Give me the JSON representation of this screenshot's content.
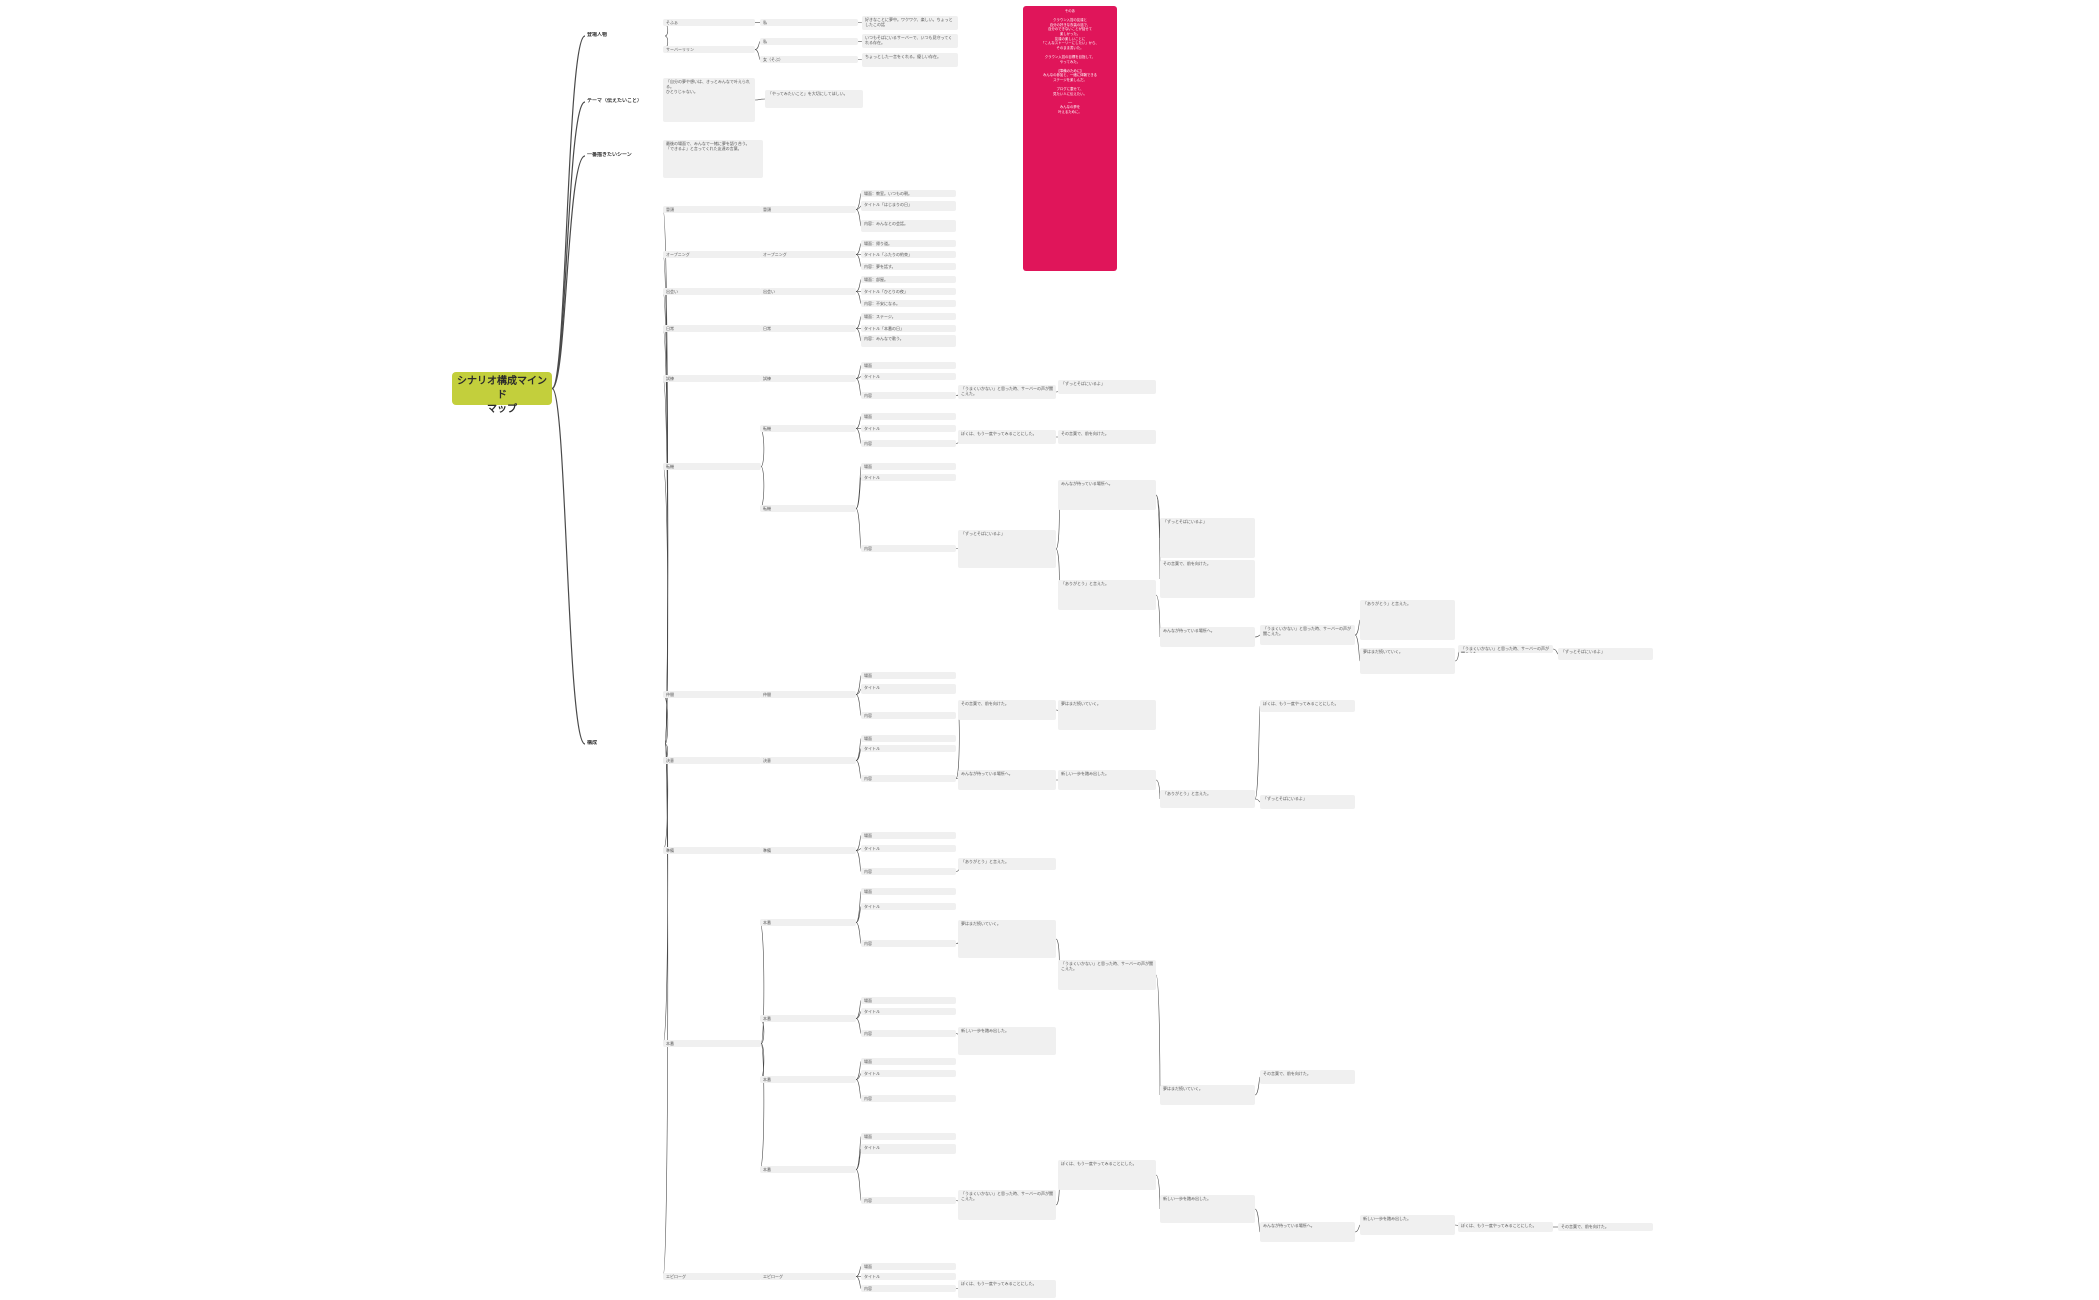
{
  "colors": {
    "root": "#c3cf3c",
    "note": "#e0155a",
    "node": "#f0f0f0",
    "line": "#4a4a4a"
  },
  "title": "シナリオ構成マインド\nマップ",
  "note_text": "そのあ\n\nクラウン入賞の友達と\n自分の好きな衣装の話で、\n自分のできないことが話せて\n楽しかった。\n友達の楽しいことに\n「こんなストーリーにしたい」から、\nそのまま書いた。\n\nクラウン入賞の目標を目指して、\nやってみた。\n\n【準備のために】\nみんなの参加と、一緒に体験できる\nステージを楽しんだ。\n\nブログに載せて、\n見たい人に伝えたい。\n\n──\nみんなの夢を\n叶えるために。",
  "sections": {
    "characters": "登場人物",
    "theme": "テーマ（伝えたいこと）",
    "key_scene": "一番描きたいシーン",
    "structure": "構成"
  },
  "char_items": {
    "c1": "そふぁ",
    "c2": "サーバーリリン",
    "c1_sub": "私",
    "c2_sub1": "私",
    "c2_sub2": "女（そぶ）",
    "c1_desc": "好きなことに夢中。ワクワク、楽しい。ちょっとしたこの話",
    "c2_desc1": "いつもそばにいるサーバーで、いつも見守ってくれる存在。",
    "c2_desc2": "ちょっとした一言をくれる。優しい存在。"
  },
  "theme_text": "「自分の夢や想いは、きっとみんなで叶えられる。\nひとりじゃない。",
  "theme_sub": "「やってみたいこと」を大切にしてほしい。",
  "key_scene_text": "最後の場面で、みんなで一緒に夢を語り合う。\n「できるよ」と言ってくれた友達の言葉。",
  "struct": {
    "b1": "冒頭",
    "b2": "オープニング",
    "b3": "出会い",
    "b4": "日常",
    "b5": "試練",
    "b6": "転機",
    "b7": "仲間",
    "b8": "決意",
    "b9": "準備",
    "b10": "本番",
    "b11": "エピローグ"
  },
  "detail": {
    "scene": "場面",
    "title": "タイトル",
    "content": "内容",
    "d1": "場面：教室。いつもの朝。",
    "d2": "タイトル「はじまりの日」",
    "d3": "内容：みんなとの会話。",
    "d4": "場面：帰り道。",
    "d5": "タイトル「ふたりの約束」",
    "d6": "内容：夢を話す。",
    "d7": "場面：部屋。",
    "d8": "タイトル「ひとりの夜」",
    "d9": "内容：不安になる。",
    "d10": "場面：ステージ。",
    "d11": "タイトル「本番の日」",
    "d12": "内容：みんなで歌う。"
  },
  "long": {
    "l1": "「うまくいかない」と思った時、サーバーの声が聞こえた。",
    "l2": "ぼくは、もう一度やってみることにした。",
    "l3": "「ずっとそばにいるよ」",
    "l4": "その言葉で、前を向けた。",
    "l5": "みんなが待っている場所へ。",
    "l6": "「ありがとう」と言えた。",
    "l7": "夢はまだ続いていく。",
    "l8": "新しい一歩を踏み出した。"
  }
}
